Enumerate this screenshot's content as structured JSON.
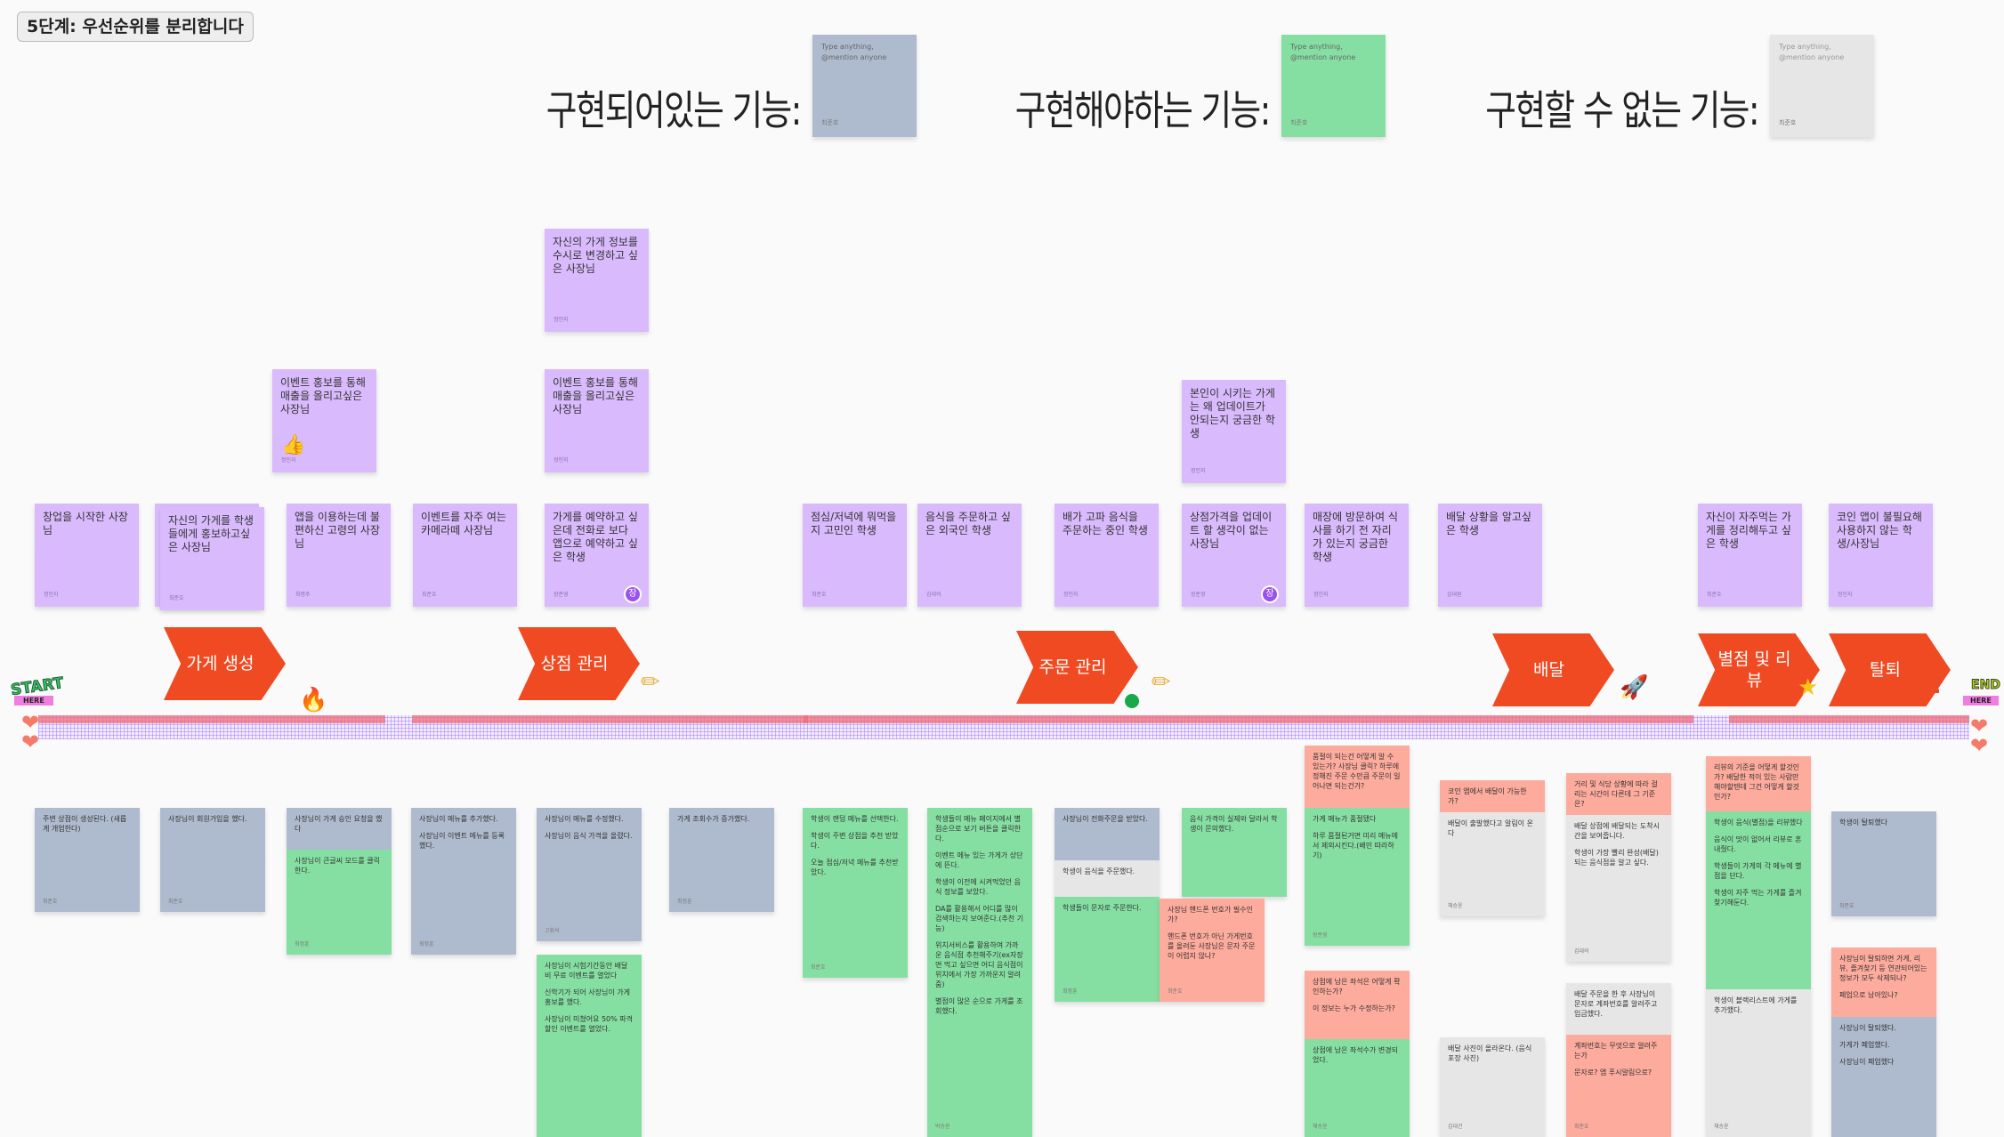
{
  "step_label": "5단계: 우선순위를 분리합니다",
  "legend": [
    {
      "title": "구현되어있는 기능:",
      "placeholder": "Type anything, @mention anyone",
      "author": "최준호",
      "color": "#aebbce"
    },
    {
      "title": "구현해야하는 기능:",
      "placeholder": "Type anything, @mention anyone",
      "author": "최준호",
      "color": "#86dfa2"
    },
    {
      "title": "구현할 수 없는 기능:",
      "placeholder": "Type anything, @mention anyone",
      "author": "최준호",
      "color": "#e6e6e6"
    }
  ],
  "personas": [
    {
      "text": "창업을 시작한 사장님",
      "author": "정인지"
    },
    {
      "text": "자신의 가게를 학생들에게 홍보하고싶은 사장님",
      "author": "최준호"
    },
    {
      "text": "앱을 이용하는데 불편하신 고령의 사장님",
      "author": "최병주"
    },
    {
      "text": "이벤트를 자주 여는 카메라떼 사장님",
      "author": "최준호"
    },
    {
      "text": "가게를 예약하고 싶은데 전화로 보다 앱으로 예약하고 싶은 학생",
      "author": "장준영",
      "badge": "장"
    },
    {
      "text": "점심/저녁에 뭐먹을지 고민인 학생",
      "author": "최준호"
    },
    {
      "text": "음식을 주문하고 싶은 외국인 학생",
      "author": "김대의"
    },
    {
      "text": "배가 고파 음식을 주문하는 중인 학생",
      "author": "정인지"
    },
    {
      "text": "상점가격을 업데이트 할 생각이 없는 사장님",
      "author": "장준영",
      "badge": "장"
    },
    {
      "text": "매장에 방문하여 식사를 하기 전 자리가 있는지 궁금한 학생",
      "author": "정인지"
    },
    {
      "text": "배달 상황을 알고싶은 학생",
      "author": "김대원"
    },
    {
      "text": "자신이 자주먹는 가게를 정리해두고 싶은 학생",
      "author": "최준호"
    },
    {
      "text": "코인 앱이 불필요해 사용하지 않는 학생/사장님",
      "author": "정인지"
    },
    {
      "text": "이벤트 홍보를 통해 매출을 올리고싶은 사장님",
      "author": "정인지"
    },
    {
      "text": "이벤트 홍보를 통해 매출을 올리고싶은 사장님",
      "author": "정인지"
    },
    {
      "text": "자신의 가게 정보를 수시로 변경하고 싶은 사장님",
      "author": "정인지"
    },
    {
      "text": "본인이 시키는 가게는 왜 업데이트가 안되는지 궁금한 학생",
      "author": "정인지"
    }
  ],
  "stages": [
    "가게 생성",
    "상점 관리",
    "주문 관리",
    "배달",
    "별점 및 리뷰",
    "탈퇴"
  ],
  "stickers": {
    "start": "START",
    "start_sub": "HERE",
    "end": "END",
    "end_sub": "HERE"
  },
  "colors": {
    "implemented": "#aebbce",
    "todo": "#86dfa2",
    "impossible": "#e6e6e6",
    "question": "#fdab9d",
    "persona": "#d9bbfd",
    "stage": "#f04a22"
  },
  "stacks": [
    {
      "segments": [
        {
          "kind": "implemented",
          "lines": [
            "주변 상점이 생성된다. (새롭게 개업한다)"
          ]
        }
      ],
      "author": "최준호"
    },
    {
      "segments": [
        {
          "kind": "implemented",
          "lines": [
            "사장님이 회원가입을 했다."
          ]
        }
      ],
      "author": "최준호"
    },
    {
      "segments": [
        {
          "kind": "implemented",
          "lines": [
            "사장님이 가게 승인 요청을 했다"
          ]
        },
        {
          "kind": "todo",
          "lines": [
            "사장님이 큰글씨 모드를 클릭한다."
          ]
        }
      ],
      "author": "최정훈"
    },
    {
      "segments": [
        {
          "kind": "implemented",
          "lines": [
            "사장님이 메뉴를 추가했다.",
            "사장님이 이벤트 메뉴를 등록했다."
          ]
        }
      ],
      "author": "최정훈"
    },
    {
      "segments": [
        {
          "kind": "implemented",
          "lines": [
            "사장님이 메뉴를 수정했다.",
            "사장님이 음식 가격을 올렸다."
          ]
        }
      ],
      "author": "고휘석"
    },
    {
      "segments": [
        {
          "kind": "todo",
          "lines": [
            "사장님이 시험기간동안 배달비 무료 이벤트를 열었다",
            "신학기가 되어 사장님이 가게 홍보를 했다.",
            "사장님이 미쳤어요 50% 파격 할인 이벤트를 열었다."
          ]
        }
      ]
    },
    {
      "segments": [
        {
          "kind": "implemented",
          "lines": [
            "가게 조회수가 증가했다."
          ]
        }
      ],
      "author": "최정훈"
    },
    {
      "segments": [
        {
          "kind": "todo",
          "lines": [
            "학생이 랜덤 메뉴를 선택한다.",
            "학생이 주변 상점을 추천 받았다.",
            "오늘 점심/저녁 메뉴를 추천받았다."
          ]
        }
      ],
      "author": "최준호"
    },
    {
      "segments": [
        {
          "kind": "todo",
          "lines": [
            "학생들이 메뉴 페이지에서 별점순으로 보기 버튼을 클릭한다.",
            "이벤트 메뉴 있는 가게가 상단에 뜬다.",
            "학생이 이전에 시켜먹었던 음식 정보를 보았다.",
            "DA를 활용해서 어디를 많이 검색하는지 보여준다.(추천 기능)",
            "위치서비스를 활용하여 가까운 음식점 추천해주기(ex자장면 먹고 싶으면 어디 음식점이 위치에서 가장 가까운지 알려줌)",
            "별점이 많은 순으로 가게를 조회했다."
          ]
        }
      ],
      "author": "박승윤"
    },
    {
      "segments": [
        {
          "kind": "implemented",
          "lines": [
            "사장님이 전화주문을 받았다."
          ]
        },
        {
          "kind": "impossible",
          "lines": [
            "학생이 음식을 주문했다."
          ]
        },
        {
          "kind": "todo",
          "lines": [
            "학생들이 문자로 주문한다."
          ]
        }
      ],
      "author": "최정훈"
    },
    {
      "segments": [
        {
          "kind": "todo",
          "lines": [
            "음식 가격이 실제와 달라서 학생이 문의했다."
          ]
        }
      ]
    },
    {
      "segments": [
        {
          "kind": "question",
          "lines": [
            "사장님 핸드폰 번호가 필수인가?",
            "핸드폰 번호가 아닌 가게번호를 올려둔 사장님은 문자 주문이 어렵지 않나?"
          ]
        }
      ],
      "author": "최준호"
    },
    {
      "segments": [
        {
          "kind": "question",
          "lines": [
            "품절이 되는건 어떻게 알 수 있는가? 사장님 클릭? 하루에 정해진 주문 수만큼 주문이 일어나면 되는건가?"
          ]
        },
        {
          "kind": "todo",
          "lines": [
            "가게 메뉴가 품절됐다",
            "하루 품절된거면 미리 메뉴에서 제외시킨다.(배민 따라하기)"
          ]
        }
      ],
      "author": "장준영"
    },
    {
      "segments": [
        {
          "kind": "question",
          "lines": [
            "상점에 남은 좌석은 어떻게 확인하는가?",
            "이 정보는 누가 수정하는가?"
          ]
        },
        {
          "kind": "todo",
          "lines": [
            "상점에 남은 좌석수가 변경되었다."
          ]
        }
      ],
      "author": "채승윤"
    },
    {
      "segments": [
        {
          "kind": "question",
          "lines": [
            "코인 앱에서 배달이 가능한가?"
          ]
        },
        {
          "kind": "impossible",
          "lines": [
            "배달이 출발했다고 알림이 온다"
          ]
        }
      ],
      "author": "채승윤"
    },
    {
      "segments": [
        {
          "kind": "impossible",
          "lines": [
            "배달 사진이 올라온다. (음식 포장 사진)"
          ]
        }
      ],
      "author": "김대건"
    },
    {
      "segments": [
        {
          "kind": "question",
          "lines": [
            "거리 및 식당 상황에 따라 걸리는 시간이 다른데 그 기준은?"
          ]
        },
        {
          "kind": "impossible",
          "lines": [
            "배달 상점에 배달되는 도착시간을 보여줍니다.",
            "학생이 가장 빨리 완성(배달)되는 음식점을 알고 싶다."
          ]
        }
      ],
      "author": "김대의"
    },
    {
      "segments": [
        {
          "kind": "impossible",
          "lines": [
            "배달 주문을 한 후 사장님이 문자로 계좌번호를 알려주고 입금했다."
          ]
        },
        {
          "kind": "question",
          "lines": [
            "계좌번호는 무엇으로 알려주는가",
            "문자로? 앱 푸시알림으로?"
          ]
        }
      ],
      "author": "최준호"
    },
    {
      "segments": [
        {
          "kind": "question",
          "lines": [
            "리뷰의 기준을 어떻게 할것인가?  배달한 적이 있는 사람만 해야할텐데 그건 어떻게 할것인가?"
          ]
        },
        {
          "kind": "todo",
          "lines": [
            "학생이 음식(별점)을 리뷰했다",
            "음식이 맛이 없어서 리뷰로 혼내줬다.",
            "학생들이 가게의 각 메뉴에 별점을 단다.",
            "학생이 자주 먹는 가게를 즐겨찾기해둔다."
          ]
        },
        {
          "kind": "impossible",
          "lines": [
            "학생이 블랙리스트에 가게를 추가했다."
          ]
        }
      ],
      "author": "채승윤"
    },
    {
      "segments": [
        {
          "kind": "implemented",
          "lines": [
            "학생이 탈퇴했다"
          ]
        }
      ],
      "author": "최준호"
    },
    {
      "segments": [
        {
          "kind": "question",
          "lines": [
            "사장님이 탈퇴하면 가게, 리뷰, 즐겨찾기 등 연관되어있는 정보가 모두 삭제되나?",
            "폐업으로 남아있나?"
          ]
        },
        {
          "kind": "implemented",
          "lines": [
            "사장님이 탈퇴했다.",
            "가게가 폐업했다.",
            "사장님이 폐업했다"
          ]
        }
      ]
    }
  ]
}
